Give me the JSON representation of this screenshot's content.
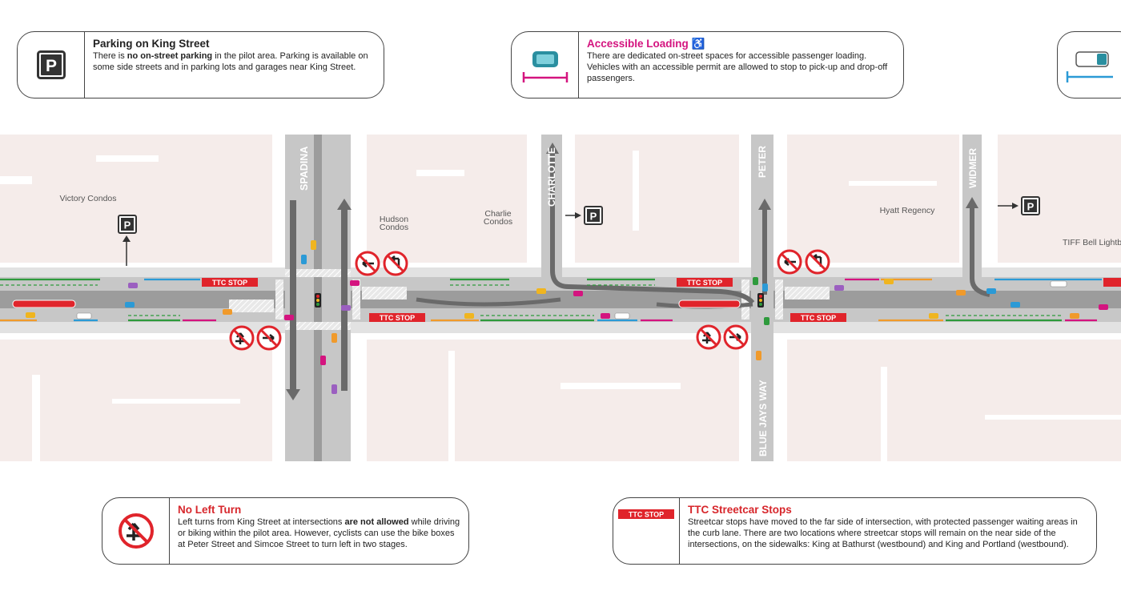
{
  "cards": {
    "parking": {
      "title": "Parking on King Street",
      "text1": "There is ",
      "bold": "no on-street parking",
      "text2": " in the pilot area. Parking is available on some side streets and in parking lots and garages near King Street."
    },
    "accessible": {
      "title": "Accessible Loading",
      "title_symbol": "♿",
      "text": "There are dedicated on-street spaces for accessible passenger loading. Vehicles with an accessible permit are allowed to stop to pick-up and drop-off passengers."
    },
    "no_left": {
      "title": "No Left Turn",
      "text1": "Left turns from King Street at intersections ",
      "bold": "are not allowed",
      "text2": " while driving or biking within the pilot area. However, cyclists can use the bike boxes at Peter Street and Simcoe Street to turn left in two stages."
    },
    "ttc": {
      "title": "TTC Streetcar Stops",
      "icon_label": "TTC STOP",
      "text": "Streetcar stops have moved to the far side of intersection, with protected passenger waiting areas in the curb lane. There are two locations where streetcar stops will remain on the near side of the intersections, on the sidewalks: King at Bathurst (westbound) and King and Portland (westbound)."
    }
  },
  "map": {
    "streets": [
      "SPADINA",
      "CHARLOTTE",
      "PETER",
      "WIDMER",
      "BLUE JAYS WAY"
    ],
    "buildings": [
      {
        "label": "Victory Condos"
      },
      {
        "label_line1": "Hudson",
        "label_line2": "Condos"
      },
      {
        "label_line1": "Charlie",
        "label_line2": "Condos"
      },
      {
        "label": "Hyatt Regency"
      },
      {
        "label": "TIFF Bell Lightbox"
      }
    ],
    "stop_label": "TTC STOP",
    "parking_symbol": "P",
    "colors": {
      "road": "#c7c7c7",
      "building": "#f5ecea",
      "ttc_red": "#e0242b",
      "bike_green": "#2e9a3c",
      "parking_blue": "#2b9ad6",
      "accessible_pink": "#d4147f",
      "loading_orange": "#f09a2b"
    }
  }
}
